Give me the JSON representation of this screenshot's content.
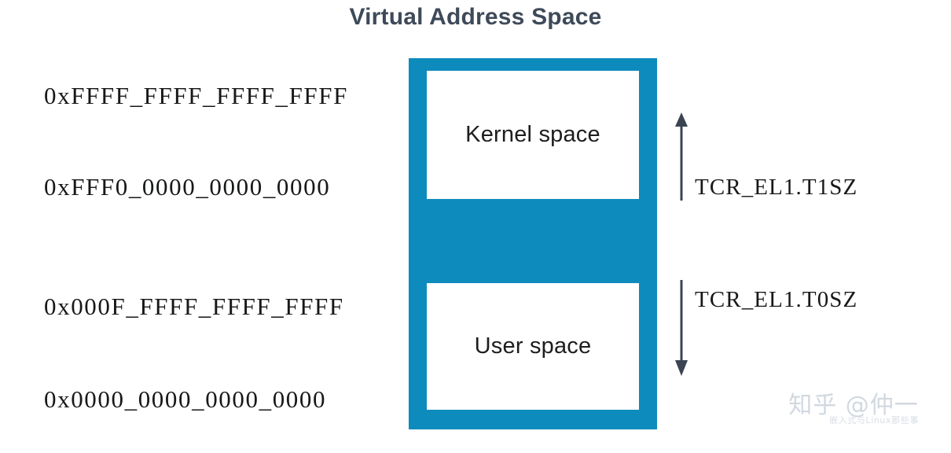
{
  "title": "Virtual Address Space",
  "colors": {
    "title_text": "#3e4a59",
    "column_fill": "#0e8bbd",
    "box_fill": "#ffffff",
    "address_text": "#17181a",
    "arrow": "#3a4452",
    "watermark": "#d2d8e0",
    "background": "#ffffff"
  },
  "addresses": {
    "top": "0xFFFF_FFFF_FFFF_FFFF",
    "kernel_bottom": "0xFFF0_0000_0000_0000",
    "user_top": "0x000F_FFFF_FFFF_FFFF",
    "bottom": "0x0000_0000_0000_0000"
  },
  "regions": {
    "kernel": "Kernel space",
    "user": "User space"
  },
  "annotations": {
    "kernel_field": "TCR_EL1.T1SZ",
    "user_field": "TCR_EL1.T0SZ"
  },
  "icons": {
    "arrow_up": "arrow-up-icon",
    "arrow_down": "arrow-down-icon"
  },
  "watermark": {
    "main": "知乎 @仲一",
    "sub": "嵌入式与Linux那些事"
  }
}
